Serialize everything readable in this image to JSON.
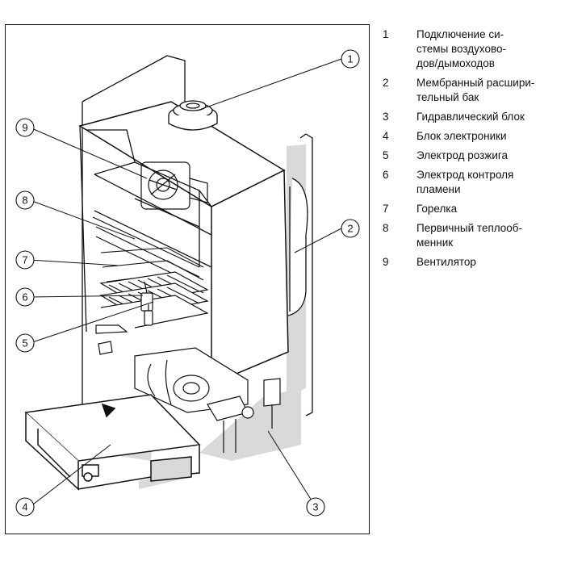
{
  "legend": [
    {
      "number": "1",
      "text": "Подключение си-\nстемы воздухово-\nдов/дымоходов"
    },
    {
      "number": "2",
      "text": "Мембранный расшири-\nтельный бак"
    },
    {
      "number": "3",
      "text": "Гидравлический блок"
    },
    {
      "number": "4",
      "text": "Блок электроники"
    },
    {
      "number": "5",
      "text": "Электрод розжига"
    },
    {
      "number": "6",
      "text": "Электрод контроля\nпламени"
    },
    {
      "number": "7",
      "text": "Горелка"
    },
    {
      "number": "8",
      "text": "Первичный теплооб-\nменник"
    },
    {
      "number": "9",
      "text": "Вентилятор"
    }
  ],
  "callouts": [
    "1",
    "2",
    "3",
    "4",
    "5",
    "6",
    "7",
    "8",
    "9"
  ]
}
